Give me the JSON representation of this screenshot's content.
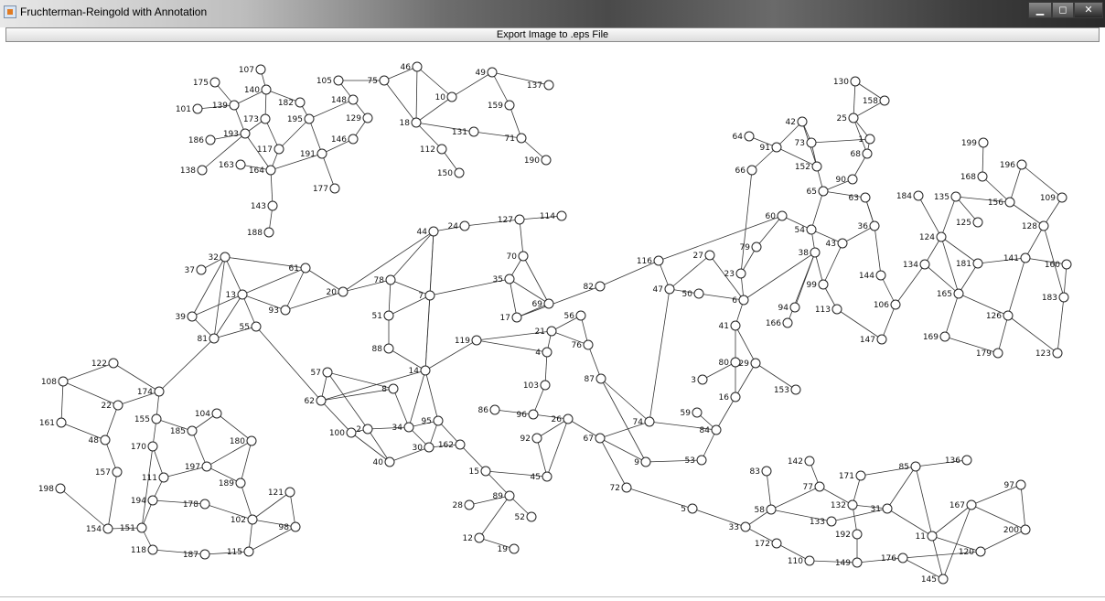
{
  "window": {
    "title": "Fruchterman-Reingold with Annotation",
    "minimize_glyph": "▁",
    "maximize_glyph": "◻",
    "close_glyph": "✕"
  },
  "toolbar": {
    "export_label": "Export Image to .eps File"
  },
  "icons": {
    "app": "java-app-icon",
    "minimize": "minimize-icon",
    "maximize": "maximize-icon",
    "close": "close-icon"
  },
  "graph": {
    "nodes": [
      "1",
      "2",
      "3",
      "4",
      "5",
      "6",
      "7",
      "8",
      "9",
      "10",
      "11",
      "12",
      "13",
      "14",
      "15",
      "16",
      "17",
      "18",
      "19",
      "20",
      "21",
      "22",
      "23",
      "24",
      "25",
      "26",
      "27",
      "28",
      "29",
      "30",
      "31",
      "32",
      "33",
      "34",
      "35",
      "36",
      "37",
      "38",
      "39",
      "40",
      "41",
      "42",
      "43",
      "44",
      "45",
      "46",
      "47",
      "48",
      "49",
      "50",
      "51",
      "52",
      "53",
      "54",
      "55",
      "56",
      "57",
      "58",
      "59",
      "60",
      "61",
      "62",
      "63",
      "64",
      "65",
      "66",
      "67",
      "68",
      "69",
      "70",
      "71",
      "72",
      "73",
      "74",
      "75",
      "76",
      "77",
      "78",
      "79",
      "80",
      "81",
      "82",
      "83",
      "84",
      "85",
      "86",
      "87",
      "88",
      "89",
      "90",
      "91",
      "92",
      "93",
      "94",
      "95",
      "96",
      "97",
      "98",
      "99",
      "100",
      "101",
      "102",
      "103",
      "104",
      "105",
      "106",
      "107",
      "108",
      "109",
      "110",
      "111",
      "112",
      "113",
      "114",
      "115",
      "116",
      "117",
      "118",
      "119",
      "120",
      "121",
      "122",
      "123",
      "124",
      "125",
      "126",
      "127",
      "128",
      "129",
      "130",
      "131",
      "132",
      "133",
      "134",
      "135",
      "136",
      "137",
      "138",
      "139",
      "140",
      "141",
      "142",
      "143",
      "144",
      "145",
      "146",
      "147",
      "148",
      "149",
      "150",
      "151",
      "152",
      "153",
      "154",
      "155",
      "156",
      "157",
      "158",
      "159",
      "160",
      "161",
      "162",
      "163",
      "164",
      "165",
      "166",
      "167",
      "168",
      "169",
      "170",
      "171",
      "172",
      "173",
      "174",
      "175",
      "176",
      "177",
      "178",
      "179",
      "180",
      "181",
      "182",
      "183",
      "184",
      "185",
      "186",
      "187",
      "188",
      "189",
      "190",
      "191",
      "192",
      "193",
      "194",
      "195",
      "196",
      "197",
      "198",
      "199",
      "200"
    ],
    "edges": [
      [
        "107",
        "140"
      ],
      [
        "175",
        "139"
      ],
      [
        "101",
        "139"
      ],
      [
        "139",
        "140"
      ],
      [
        "140",
        "182"
      ],
      [
        "140",
        "173"
      ],
      [
        "139",
        "193"
      ],
      [
        "182",
        "195"
      ],
      [
        "173",
        "193"
      ],
      [
        "173",
        "117"
      ],
      [
        "186",
        "193"
      ],
      [
        "193",
        "164"
      ],
      [
        "163",
        "164"
      ],
      [
        "117",
        "164"
      ],
      [
        "117",
        "195"
      ],
      [
        "195",
        "148"
      ],
      [
        "148",
        "105"
      ],
      [
        "148",
        "129"
      ],
      [
        "129",
        "146"
      ],
      [
        "146",
        "191"
      ],
      [
        "195",
        "191"
      ],
      [
        "191",
        "177"
      ],
      [
        "191",
        "164"
      ],
      [
        "164",
        "143"
      ],
      [
        "143",
        "188"
      ],
      [
        "138",
        "193"
      ],
      [
        "75",
        "105"
      ],
      [
        "75",
        "46"
      ],
      [
        "75",
        "18"
      ],
      [
        "46",
        "18"
      ],
      [
        "46",
        "10"
      ],
      [
        "10",
        "18"
      ],
      [
        "10",
        "49"
      ],
      [
        "49",
        "137"
      ],
      [
        "49",
        "159"
      ],
      [
        "159",
        "71"
      ],
      [
        "18",
        "131"
      ],
      [
        "131",
        "71"
      ],
      [
        "71",
        "190"
      ],
      [
        "18",
        "112"
      ],
      [
        "112",
        "150"
      ],
      [
        "37",
        "32"
      ],
      [
        "32",
        "39"
      ],
      [
        "32",
        "13"
      ],
      [
        "32",
        "61"
      ],
      [
        "32",
        "81"
      ],
      [
        "39",
        "13"
      ],
      [
        "39",
        "81"
      ],
      [
        "13",
        "61"
      ],
      [
        "13",
        "55"
      ],
      [
        "13",
        "93"
      ],
      [
        "13",
        "81"
      ],
      [
        "55",
        "81"
      ],
      [
        "61",
        "93"
      ],
      [
        "61",
        "20"
      ],
      [
        "93",
        "20"
      ],
      [
        "20",
        "78"
      ],
      [
        "20",
        "44"
      ],
      [
        "55",
        "62"
      ],
      [
        "81",
        "174"
      ],
      [
        "122",
        "108"
      ],
      [
        "108",
        "22"
      ],
      [
        "122",
        "174"
      ],
      [
        "22",
        "174"
      ],
      [
        "108",
        "161"
      ],
      [
        "161",
        "48"
      ],
      [
        "22",
        "48"
      ],
      [
        "48",
        "157"
      ],
      [
        "157",
        "154"
      ],
      [
        "198",
        "154"
      ],
      [
        "154",
        "151"
      ],
      [
        "151",
        "170"
      ],
      [
        "174",
        "155"
      ],
      [
        "155",
        "185"
      ],
      [
        "185",
        "104"
      ],
      [
        "104",
        "180"
      ],
      [
        "185",
        "197"
      ],
      [
        "180",
        "197"
      ],
      [
        "180",
        "189"
      ],
      [
        "197",
        "189"
      ],
      [
        "197",
        "111"
      ],
      [
        "111",
        "170"
      ],
      [
        "170",
        "155"
      ],
      [
        "111",
        "194"
      ],
      [
        "194",
        "151"
      ],
      [
        "194",
        "178"
      ],
      [
        "178",
        "102"
      ],
      [
        "189",
        "102"
      ],
      [
        "102",
        "121"
      ],
      [
        "102",
        "98"
      ],
      [
        "121",
        "98"
      ],
      [
        "102",
        "115"
      ],
      [
        "98",
        "115"
      ],
      [
        "151",
        "118"
      ],
      [
        "118",
        "187"
      ],
      [
        "187",
        "115"
      ],
      [
        "44",
        "24"
      ],
      [
        "24",
        "127"
      ],
      [
        "127",
        "114"
      ],
      [
        "127",
        "70"
      ],
      [
        "70",
        "35"
      ],
      [
        "70",
        "69"
      ],
      [
        "35",
        "7"
      ],
      [
        "35",
        "69"
      ],
      [
        "35",
        "17"
      ],
      [
        "69",
        "17"
      ],
      [
        "44",
        "78"
      ],
      [
        "44",
        "7"
      ],
      [
        "78",
        "7"
      ],
      [
        "78",
        "51"
      ],
      [
        "51",
        "88"
      ],
      [
        "51",
        "7"
      ],
      [
        "7",
        "14"
      ],
      [
        "88",
        "14"
      ],
      [
        "14",
        "62"
      ],
      [
        "62",
        "8"
      ],
      [
        "57",
        "8"
      ],
      [
        "57",
        "2"
      ],
      [
        "57",
        "62"
      ],
      [
        "8",
        "34"
      ],
      [
        "2",
        "34"
      ],
      [
        "2",
        "100"
      ],
      [
        "100",
        "62"
      ],
      [
        "2",
        "40"
      ],
      [
        "100",
        "40"
      ],
      [
        "40",
        "30"
      ],
      [
        "34",
        "95"
      ],
      [
        "95",
        "30"
      ],
      [
        "30",
        "162"
      ],
      [
        "34",
        "30"
      ],
      [
        "14",
        "95"
      ],
      [
        "14",
        "34"
      ],
      [
        "14",
        "119"
      ],
      [
        "119",
        "21"
      ],
      [
        "21",
        "56"
      ],
      [
        "21",
        "4"
      ],
      [
        "4",
        "103"
      ],
      [
        "103",
        "96"
      ],
      [
        "96",
        "86"
      ],
      [
        "96",
        "26"
      ],
      [
        "26",
        "92"
      ],
      [
        "92",
        "45"
      ],
      [
        "45",
        "15"
      ],
      [
        "15",
        "162"
      ],
      [
        "162",
        "95"
      ],
      [
        "15",
        "89"
      ],
      [
        "89",
        "28"
      ],
      [
        "89",
        "52"
      ],
      [
        "89",
        "12"
      ],
      [
        "12",
        "19"
      ],
      [
        "26",
        "45"
      ],
      [
        "26",
        "67"
      ],
      [
        "14",
        "44"
      ],
      [
        "82",
        "17"
      ],
      [
        "82",
        "116"
      ],
      [
        "119",
        "4"
      ],
      [
        "56",
        "76"
      ],
      [
        "21",
        "76"
      ],
      [
        "76",
        "87"
      ],
      [
        "87",
        "74"
      ],
      [
        "87",
        "9"
      ],
      [
        "67",
        "9"
      ],
      [
        "67",
        "72"
      ],
      [
        "67",
        "74"
      ],
      [
        "72",
        "5"
      ],
      [
        "5",
        "33"
      ],
      [
        "74",
        "84"
      ],
      [
        "74",
        "47"
      ],
      [
        "9",
        "53"
      ],
      [
        "53",
        "84"
      ],
      [
        "116",
        "47"
      ],
      [
        "116",
        "60"
      ],
      [
        "47",
        "27"
      ],
      [
        "47",
        "50"
      ],
      [
        "27",
        "6"
      ],
      [
        "50",
        "6"
      ],
      [
        "60",
        "54"
      ],
      [
        "54",
        "38"
      ],
      [
        "54",
        "43"
      ],
      [
        "38",
        "99"
      ],
      [
        "38",
        "94"
      ],
      [
        "38",
        "166"
      ],
      [
        "43",
        "99"
      ],
      [
        "99",
        "113"
      ],
      [
        "113",
        "147"
      ],
      [
        "147",
        "106"
      ],
      [
        "106",
        "144"
      ],
      [
        "106",
        "134"
      ],
      [
        "144",
        "36"
      ],
      [
        "36",
        "63"
      ],
      [
        "63",
        "65"
      ],
      [
        "65",
        "90"
      ],
      [
        "90",
        "68"
      ],
      [
        "68",
        "1"
      ],
      [
        "1",
        "73"
      ],
      [
        "73",
        "42"
      ],
      [
        "42",
        "152"
      ],
      [
        "152",
        "91"
      ],
      [
        "91",
        "64"
      ],
      [
        "91",
        "66"
      ],
      [
        "66",
        "23"
      ],
      [
        "79",
        "60"
      ],
      [
        "79",
        "23"
      ],
      [
        "23",
        "6"
      ],
      [
        "6",
        "41"
      ],
      [
        "41",
        "80"
      ],
      [
        "41",
        "29"
      ],
      [
        "29",
        "153"
      ],
      [
        "29",
        "16"
      ],
      [
        "80",
        "16"
      ],
      [
        "3",
        "80"
      ],
      [
        "16",
        "84"
      ],
      [
        "59",
        "84"
      ],
      [
        "25",
        "130"
      ],
      [
        "25",
        "158"
      ],
      [
        "130",
        "158"
      ],
      [
        "25",
        "1"
      ],
      [
        "25",
        "68"
      ],
      [
        "65",
        "54"
      ],
      [
        "65",
        "152"
      ],
      [
        "63",
        "36"
      ],
      [
        "36",
        "43"
      ],
      [
        "38",
        "6"
      ],
      [
        "91",
        "42"
      ],
      [
        "73",
        "152"
      ],
      [
        "134",
        "124"
      ],
      [
        "134",
        "165"
      ],
      [
        "124",
        "135"
      ],
      [
        "124",
        "184"
      ],
      [
        "124",
        "181"
      ],
      [
        "124",
        "165"
      ],
      [
        "135",
        "156"
      ],
      [
        "135",
        "125"
      ],
      [
        "156",
        "168"
      ],
      [
        "168",
        "199"
      ],
      [
        "156",
        "196"
      ],
      [
        "196",
        "109"
      ],
      [
        "109",
        "128"
      ],
      [
        "128",
        "156"
      ],
      [
        "128",
        "141"
      ],
      [
        "141",
        "181"
      ],
      [
        "181",
        "165"
      ],
      [
        "141",
        "160"
      ],
      [
        "160",
        "183"
      ],
      [
        "128",
        "183"
      ],
      [
        "141",
        "126"
      ],
      [
        "126",
        "165"
      ],
      [
        "126",
        "179"
      ],
      [
        "126",
        "123"
      ],
      [
        "183",
        "123"
      ],
      [
        "169",
        "179"
      ],
      [
        "165",
        "169"
      ],
      [
        "83",
        "58"
      ],
      [
        "58",
        "33"
      ],
      [
        "33",
        "172"
      ],
      [
        "172",
        "110"
      ],
      [
        "110",
        "149"
      ],
      [
        "149",
        "192"
      ],
      [
        "192",
        "132"
      ],
      [
        "132",
        "171"
      ],
      [
        "171",
        "85"
      ],
      [
        "85",
        "136"
      ],
      [
        "58",
        "77"
      ],
      [
        "77",
        "142"
      ],
      [
        "77",
        "132"
      ],
      [
        "58",
        "133"
      ],
      [
        "133",
        "31"
      ],
      [
        "31",
        "132"
      ],
      [
        "31",
        "11"
      ],
      [
        "11",
        "85"
      ],
      [
        "11",
        "167"
      ],
      [
        "167",
        "97"
      ],
      [
        "97",
        "200"
      ],
      [
        "167",
        "200"
      ],
      [
        "11",
        "120"
      ],
      [
        "120",
        "200"
      ],
      [
        "11",
        "145"
      ],
      [
        "145",
        "176"
      ],
      [
        "176",
        "149"
      ],
      [
        "176",
        "120"
      ],
      [
        "167",
        "145"
      ],
      [
        "85",
        "31"
      ]
    ]
  }
}
